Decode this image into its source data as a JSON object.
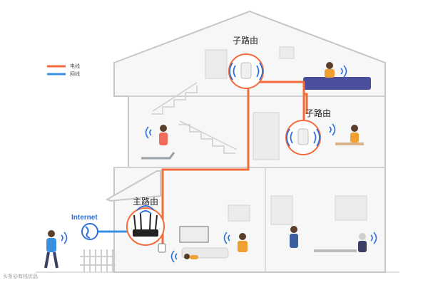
{
  "legend": {
    "power_line": {
      "label": "电线",
      "color": "#f26b3a"
    },
    "ethernet": {
      "label": "网线",
      "color": "#3b8fe0"
    }
  },
  "labels": {
    "sub_router_top": "子路由",
    "sub_router_right": "子路由",
    "main_router": "主路由",
    "internet": "Internet"
  },
  "watermark": "头条@有线优品",
  "colors": {
    "outline": "#c9c9c9",
    "wall": "#f4f4f4",
    "power": "#f26b3a",
    "ethernet": "#3b8fe0",
    "wifi": "#2f6fd8",
    "router": "#222222"
  },
  "icons": [
    "wifi-icon",
    "globe-icon",
    "router-icon",
    "powerline-adapter-icon",
    "person-icon"
  ]
}
